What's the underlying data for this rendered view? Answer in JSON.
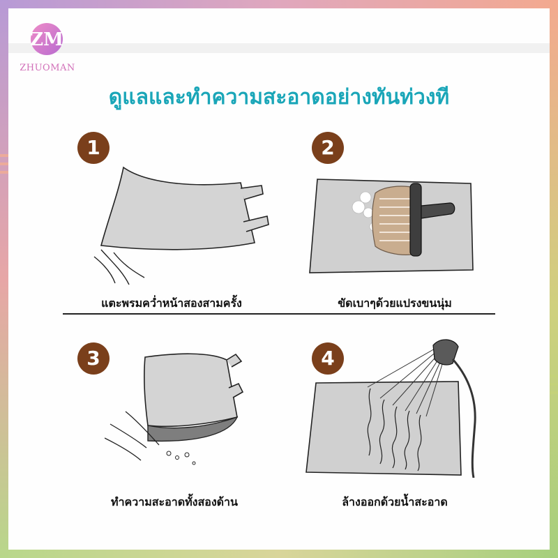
{
  "brand": {
    "name": "ZHUOMAN",
    "logo_letters": "ZM"
  },
  "title": "ดูแลและทำความสะอาดอย่างทันท่วงที",
  "steps": [
    {
      "number": "1",
      "caption": "แตะพรมคว่ำหน้าสองสามครั้ง",
      "icon": "rug-shake-icon"
    },
    {
      "number": "2",
      "caption": "ขัดเบาๆด้วยแปรงขนนุ่ม",
      "icon": "brush-scrub-icon"
    },
    {
      "number": "3",
      "caption": "ทำความสะอาดทั้งสองด้าน",
      "icon": "rug-flip-icon"
    },
    {
      "number": "4",
      "caption": "ล้างออกด้วยน้ำสะอาด",
      "icon": "shower-rinse-icon"
    }
  ],
  "colors": {
    "title": "#1aa6b8",
    "badge": "#7a3f1b",
    "logo": "#d16fb8"
  }
}
